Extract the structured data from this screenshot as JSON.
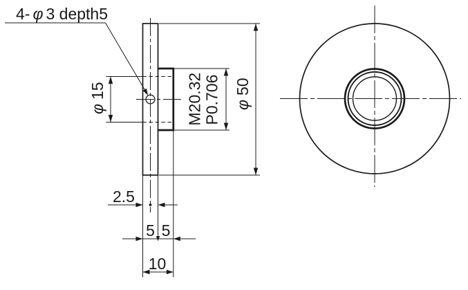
{
  "drawing_type": "mechanical-part-two-view-drawing",
  "part": "threaded adapter flange disc, side section view (left) and front view (right)",
  "colors": {
    "line": "#1a1a1a",
    "background": "#ffffff"
  },
  "callout": {
    "prefix": "4-",
    "phi": "φ",
    "spec": "3 depth5",
    "full_text": "4- φ 3 depth5"
  },
  "dimensions": {
    "bore": {
      "phi": "φ",
      "value": "15",
      "full_text": "φ 15"
    },
    "outer": {
      "phi": "φ",
      "value": "50",
      "full_text": "φ 50"
    },
    "thread": {
      "line1": "M20.32",
      "line2": "P0.706"
    },
    "hole_offset": "2.5",
    "plate_width": "5",
    "boss_width": "5",
    "total_width": "10"
  }
}
